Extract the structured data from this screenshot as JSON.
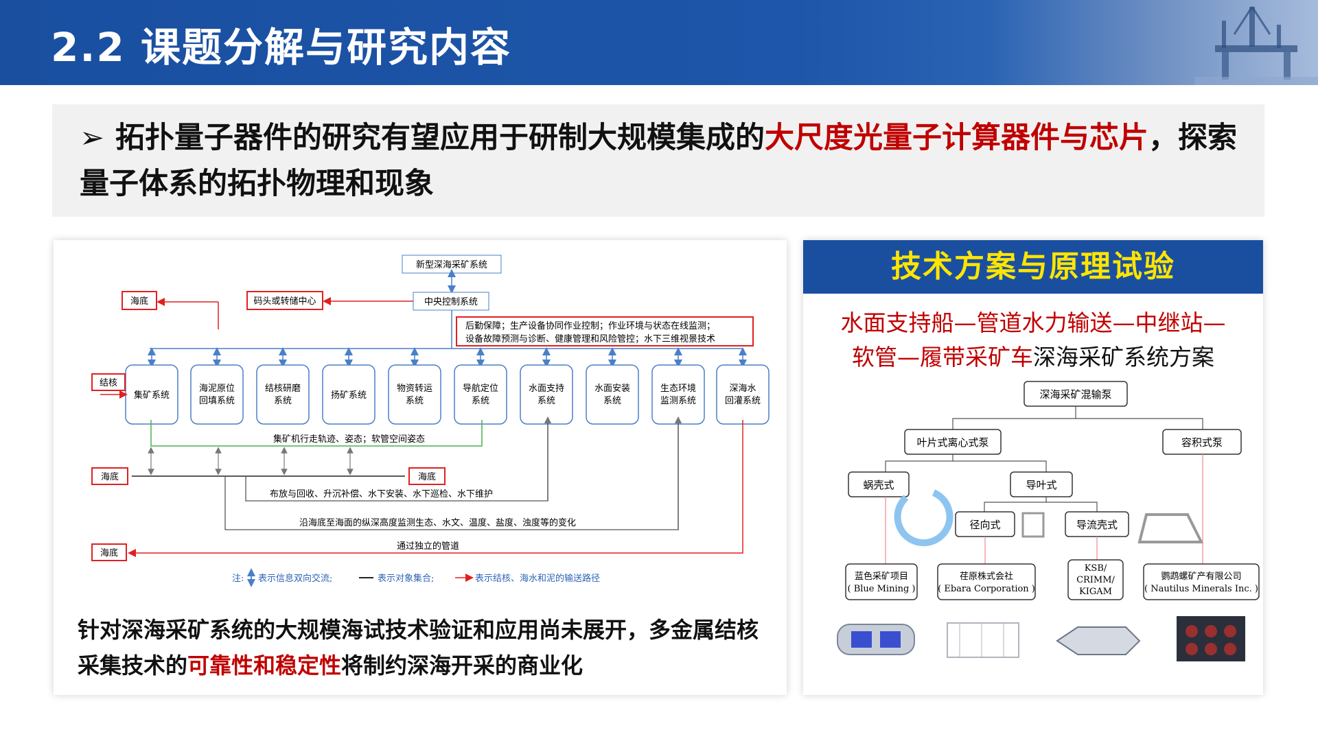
{
  "header": {
    "title": "2.2  课题分解与研究内容"
  },
  "banner": {
    "bullet": "➢",
    "text_a": "拓扑量子器件的研究有望应用于研制大规模集成的",
    "text_red": "大尺度光量子计算器件与芯片",
    "text_b": "，探索量子体系的拓扑物理和现象"
  },
  "flow": {
    "top_box": "新型深海采矿系统",
    "center_box": "中央控制系统",
    "seabed": "海底",
    "dock": "码头或转储中心",
    "info_line1": "后勤保障；生产设备协同作业控制；作业环境与状态在线监测；",
    "info_line2": "设备故障预测与诊断、健康管理和风险管控；水下三维视景技术",
    "nodule": "结核",
    "systems": [
      {
        "l1": "集矿系统",
        "l2": ""
      },
      {
        "l1": "海泥原位",
        "l2": "回填系统"
      },
      {
        "l1": "结核研磨",
        "l2": "系统"
      },
      {
        "l1": "扬矿系统",
        "l2": ""
      },
      {
        "l1": "物资转运",
        "l2": "系统"
      },
      {
        "l1": "导航定位",
        "l2": "系统"
      },
      {
        "l1": "水面支持",
        "l2": "系统"
      },
      {
        "l1": "水面安装",
        "l2": "系统"
      },
      {
        "l1": "生态环境",
        "l2": "监测系统"
      },
      {
        "l1": "深海水",
        "l2": "回灌系统"
      }
    ],
    "row1": "集矿机行走轨迹、姿态；软管空间姿态",
    "row2": "布放与回收、升沉补偿、水下安装、水下巡检、水下维护",
    "row3": "沿海底至海面的纵深高度监测生态、水文、温度、盐度、浊度等的变化",
    "row4": "通过独立的管道",
    "legend": {
      "prefix": "注:",
      "a": "表示信息双向交流;",
      "b": "表示对象集合;",
      "c": "表示结核、海水和泥的输送路径"
    }
  },
  "left_caption": {
    "a": "针对深海采矿系统的大规模海试技术验证和应用尚未展开，多金属结核采集技术的",
    "red": "可靠性和稳定性",
    "b": "将制约深海开采的商业化"
  },
  "right": {
    "title": "技术方案与原理试验",
    "sub_red1": "水面支持船—管道水力输送—中继站—",
    "sub_red2": "软管—履带采矿车",
    "sub_black": "深海采矿系统方案"
  },
  "tree": {
    "root": "深海采矿混输泵",
    "centrifugal": "叶片式离心式泵",
    "volumetric": "容积式泵",
    "volute": "蜗壳式",
    "guide": "导叶式",
    "radial": "径向式",
    "diffuser": "导流壳式",
    "c1a": "蓝色采矿项目",
    "c1b": "( Blue Mining )",
    "c2a": "荏原株式会社",
    "c2b": "( Ebara Corporation )",
    "c3a": "KSB/",
    "c3b": "CRIMM/",
    "c3c": "KIGAM",
    "c4a": "鹦鹉螺矿产有限公司",
    "c4b": "( Nautilus Minerals Inc. )"
  },
  "colors": {
    "header_blue": "#1a4fa0",
    "accent_red": "#c00000",
    "title_yellow": "#ffe500",
    "flow_blue": "#4a7fc9"
  }
}
